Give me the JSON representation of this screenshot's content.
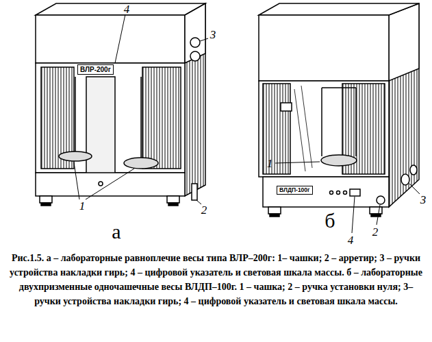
{
  "diagram": {
    "caption": "Рис.1.5. а – лабораторные равноплечие весы типа ВЛР–200г: 1– чашки; 2 – арретир; 3 – ручки устройства накладки гирь; 4 – цифровой указатель и световая шкала массы. б – лабораторные двухпризменные одночашечные весы ВЛДП–100г. 1 – чашка; 2 – ручка установки нуля; 3– ручки устройства накладки гирь; 4 – цифровой указатель и световая шкала массы.",
    "nodes": [
      {
        "text": [
          "ВЛР-200г"
        ]
      },
      {
        "text": [
          "ВЛДП-100г"
        ]
      }
    ],
    "labels": [
      "4",
      "3",
      "1",
      "2",
      "а",
      "1",
      "3",
      "2",
      "4",
      "б"
    ]
  }
}
